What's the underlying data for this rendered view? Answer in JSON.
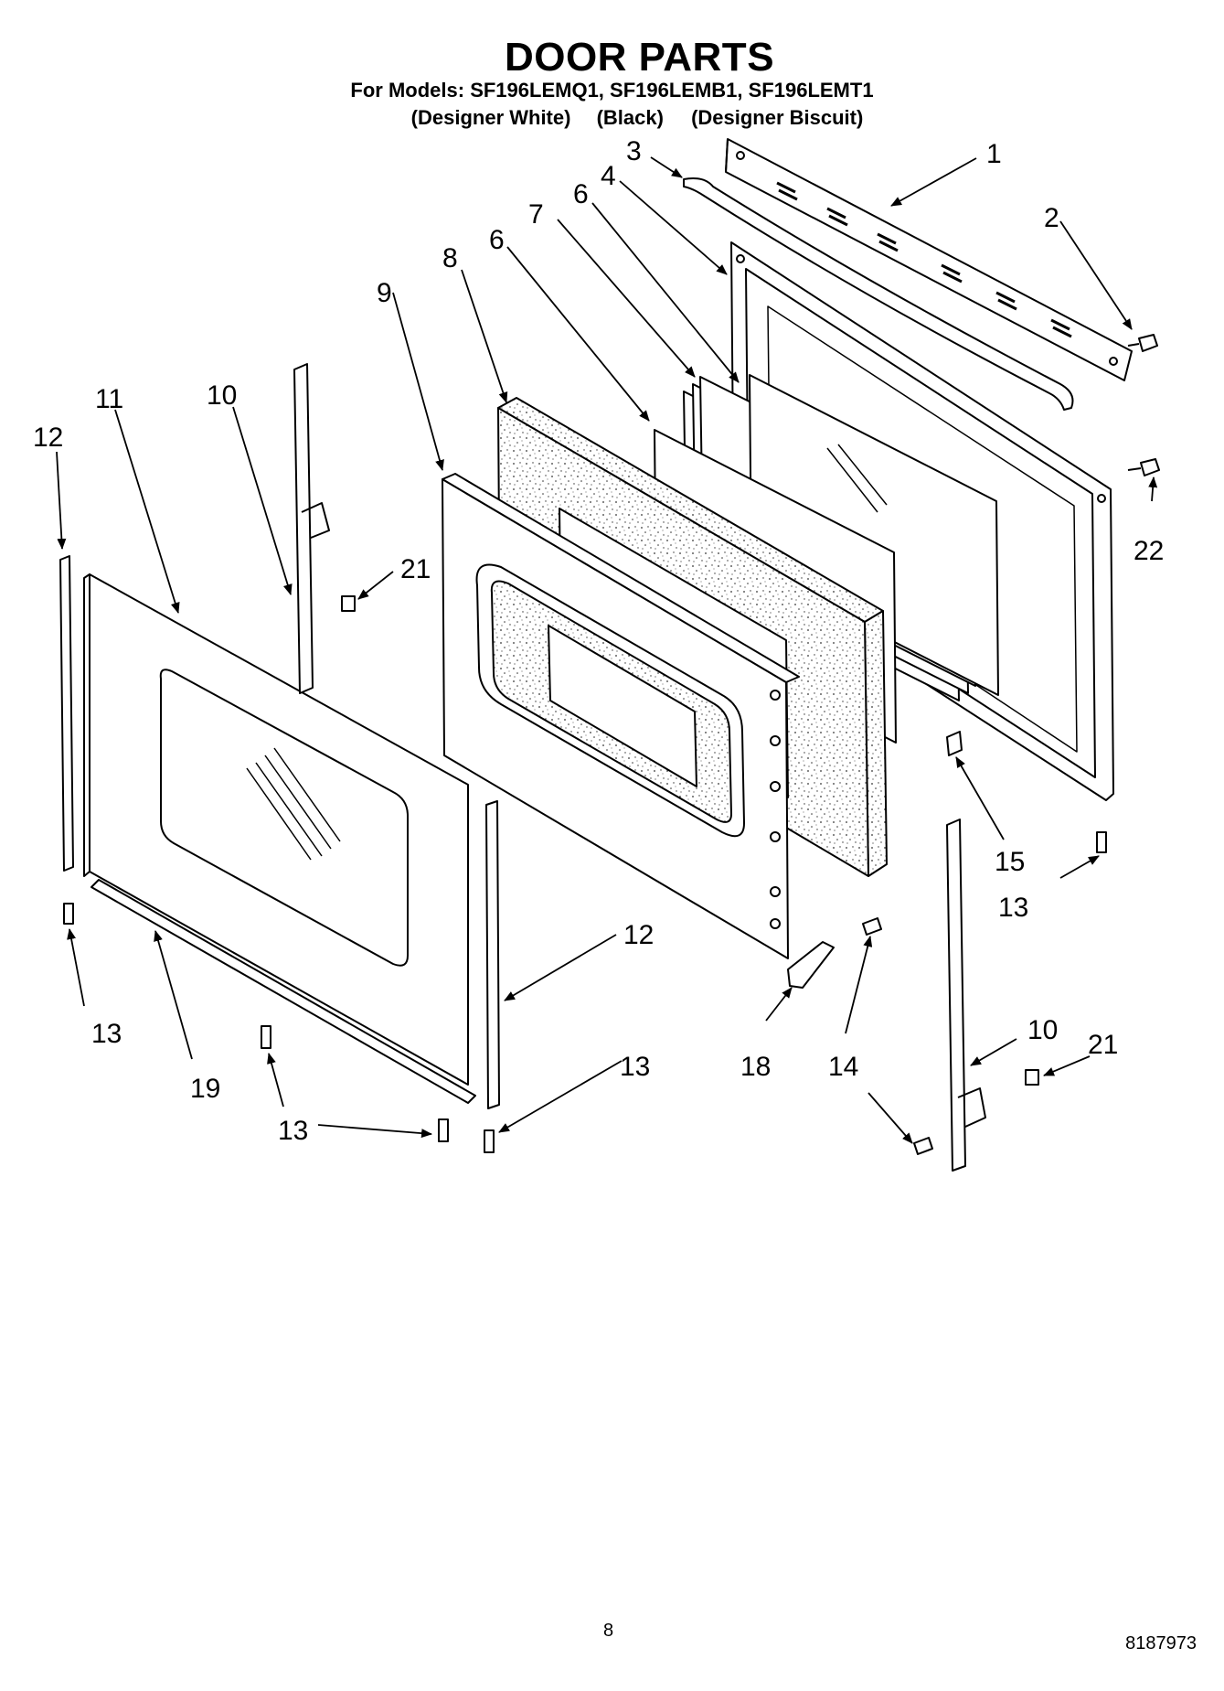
{
  "header": {
    "title": "DOOR PARTS",
    "models_line": "For Models: SF196LEMQ1, SF196LEMB1, SF196LEMT1",
    "variants": [
      "(Designer White)",
      "(Black)",
      "(Designer Biscuit)"
    ]
  },
  "callouts": {
    "c1": "1",
    "c2": "2",
    "c3": "3",
    "c4": "4",
    "c6a": "6",
    "c6b": "6",
    "c7": "7",
    "c8": "8",
    "c9": "9",
    "c10a": "10",
    "c10b": "10",
    "c11": "11",
    "c12a": "12",
    "c12b": "12",
    "c13a": "13",
    "c13b": "13",
    "c13c": "13",
    "c13d": "13",
    "c14": "14",
    "c15": "15",
    "c18": "18",
    "c19": "19",
    "c21a": "21",
    "c21b": "21",
    "c22": "22"
  },
  "footer": {
    "page_number": "8",
    "document_number": "8187973"
  }
}
